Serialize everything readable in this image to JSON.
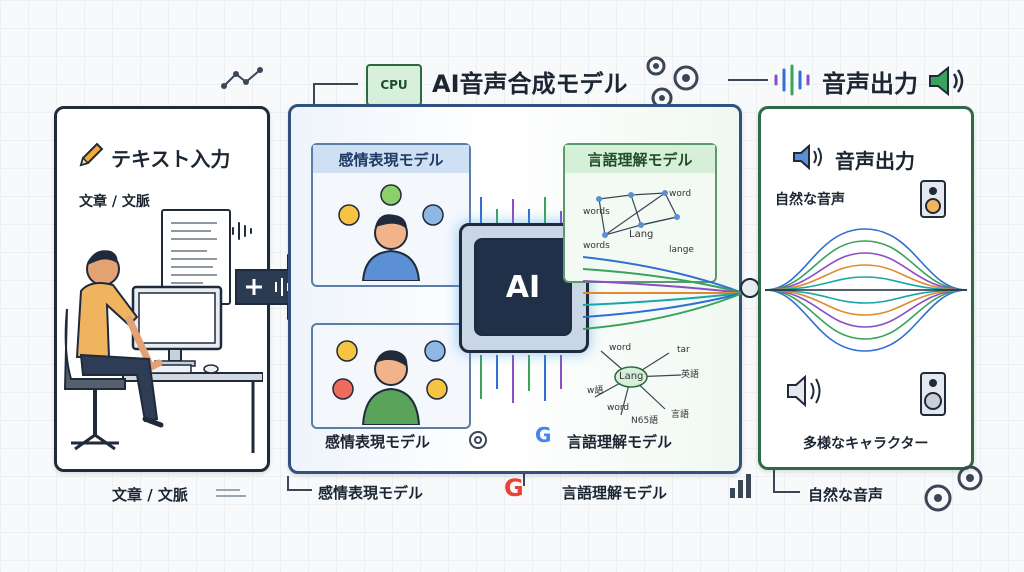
{
  "header": {
    "cpu_chip": "CPU",
    "title": "AI音声合成モデル",
    "output_title": "音声出力"
  },
  "input_panel": {
    "title": "テキスト入力",
    "context_label": "文章 / 文脈"
  },
  "model_panel": {
    "emotion_card_title": "感情表現モデル",
    "language_card_title": "言語理解モデル",
    "ai_chip": "AI",
    "emotion_caption": "感情表現モデル",
    "language_caption": "言語理解モデル",
    "lang_nodes_top": [
      "words",
      "word",
      "Lang",
      "words",
      "lange"
    ],
    "lang_nodes_bottom": [
      "word",
      "tar",
      "英語",
      "Lang",
      "w語",
      "word",
      "N65語",
      "言語"
    ]
  },
  "output_panel": {
    "title": "音声出力",
    "natural_voice": "自然な音声",
    "characters": "多様なキャラクター"
  },
  "footer": {
    "input": "文章 / 文脈",
    "emotion": "感情表現モデル",
    "language": "言語理解モデル",
    "output": "自然な音声"
  },
  "colors": {
    "dark_navy": "#1f2a3a",
    "model_blue": "#31527e",
    "output_green": "#2f6a46",
    "wave_colors": [
      "#2f6fd1",
      "#3aa35b",
      "#8a4fc7",
      "#e08a2b",
      "#1aa6a6"
    ]
  }
}
